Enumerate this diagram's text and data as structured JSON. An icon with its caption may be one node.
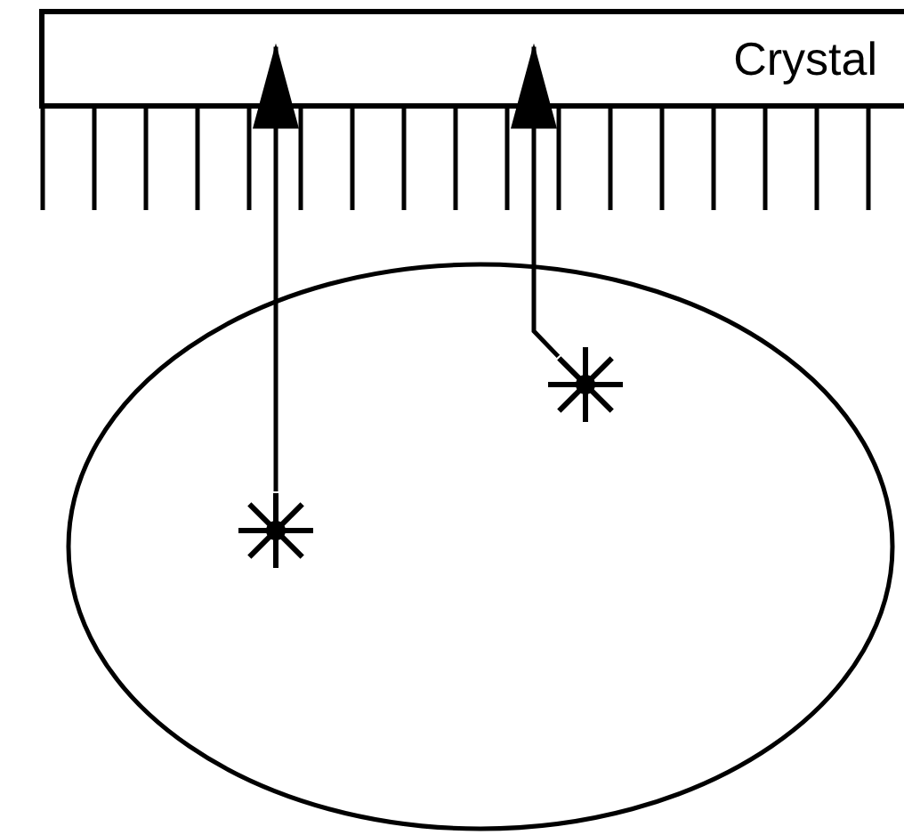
{
  "diagram": {
    "nodes": [
      {
        "text": [
          "Crystal"
        ]
      },
      {
        "text": [],
        "shape": "ellipse"
      },
      {
        "text": [],
        "shape": "star",
        "in": 1
      },
      {
        "text": [],
        "shape": "star",
        "in": 1
      }
    ],
    "edges": [
      {
        "from": 2,
        "to": 0,
        "arrow": "to"
      },
      {
        "from": 3,
        "to": 0,
        "arrow": "to"
      }
    ]
  }
}
